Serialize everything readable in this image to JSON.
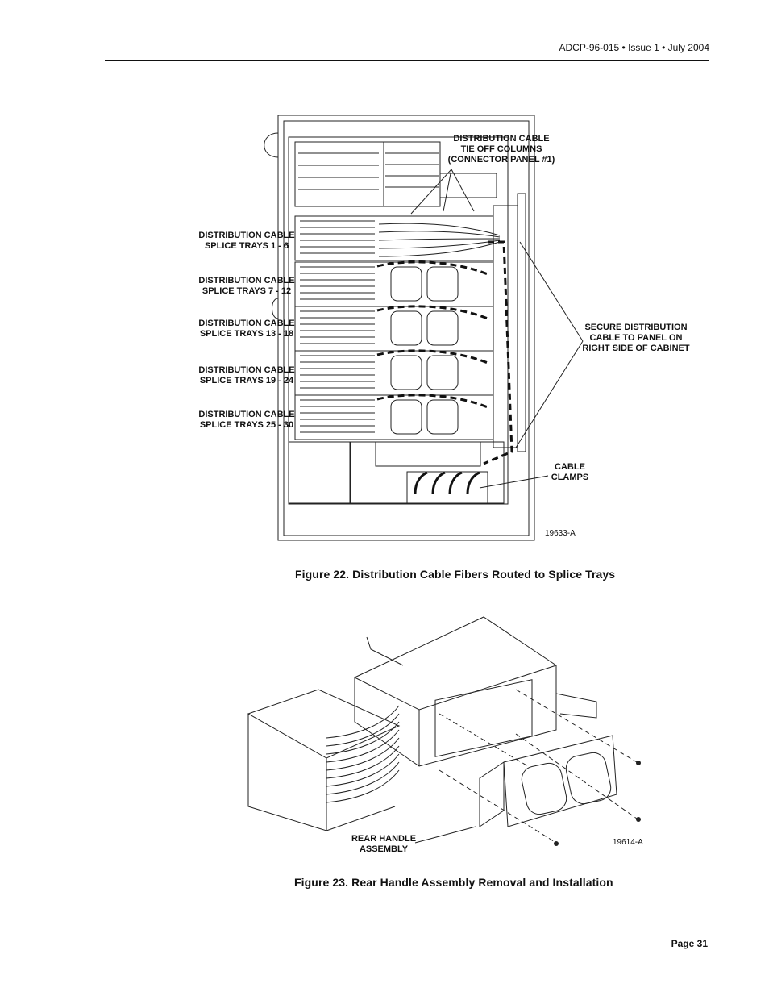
{
  "header": {
    "doc_info": "ADCP-96-015 • Issue 1 • July 2004"
  },
  "figure22": {
    "caption": "Figure 22. Distribution Cable Fibers Routed to Splice Trays",
    "drawing_id": "19633-A",
    "callouts": {
      "tie_off": "DISTRIBUTION CABLE\nTIE OFF COLUMNS\n(CONNECTOR PANEL #1)",
      "trays_1_6": "DISTRIBUTION CABLE\nSPLICE TRAYS 1 - 6",
      "trays_7_12": "DISTRIBUTION CABLE\nSPLICE TRAYS 7 - 12",
      "trays_13_18": "DISTRIBUTION CABLE\nSPLICE TRAYS 13 - 18",
      "trays_19_24": "DISTRIBUTION CABLE\nSPLICE TRAYS 19 - 24",
      "trays_25_30": "DISTRIBUTION CABLE\nSPLICE TRAYS 25 - 30",
      "secure": "SECURE DISTRIBUTION\nCABLE TO PANEL ON\nRIGHT SIDE OF CABINET",
      "clamps": "CABLE\nCLAMPS"
    }
  },
  "figure23": {
    "caption": "Figure 23. Rear Handle Assembly Removal and Installation",
    "drawing_id": "19614-A",
    "callouts": {
      "rear_handle": "REAR HANDLE\nASSEMBLY"
    }
  },
  "footer": {
    "page": "Page 31"
  }
}
